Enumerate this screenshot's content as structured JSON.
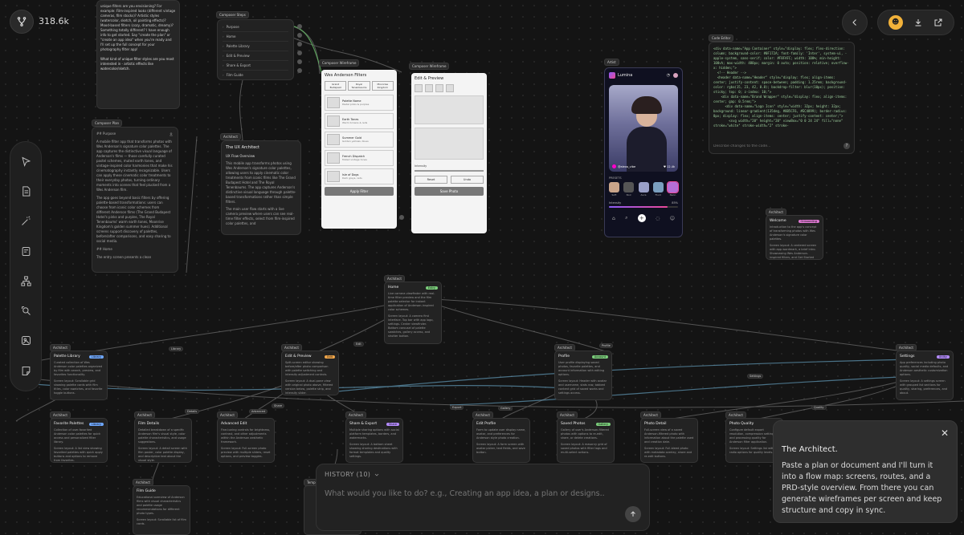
{
  "header": {
    "count": "318.6k"
  },
  "chat_top": {
    "text1": "unique filters are you envisioning? For example: Film-inspired looks (different vintage cameras, film stocks)? Artistic styles (watercolor, sketch, oil painting effects)? Mood-based filters (cozy, dramatic, dreamy)? Something totally different? I have enough info to get started. Say \"create the plan\" or \"create an app idea\" when you're ready and I'll set up the full concept for your photography filter app!",
    "text2": "What kind of unique filter styles are you most interested in - artistic effects like watercolor/sketch."
  },
  "composer_steps": {
    "tag": "Composer Steps",
    "items": [
      "Purpose",
      "Home",
      "Palette Library",
      "Edit & Preview",
      "Share & Export",
      "Film Guide"
    ]
  },
  "composer_plan": {
    "tag": "Composer Plan",
    "heading": "## Purpose",
    "body1": "A mobile filter app that transforms photos with Wes Anderson's signature color palettes. The app captures the distinctive visual language of Anderson's films — those carefully curated pastel schemes, muted earth tones, and vintage-inspired color harmonies that make his cinematography instantly recognizable. Users can apply these cinematic color treatments to their everyday photos, turning ordinary moments into scenes that feel plucked from a Wes Anderson film.",
    "body2": "The app goes beyond basic filters by offering palette-based transformations: users can choose from iconic color schemes from different Anderson films (The Grand Budapest Hotel's pinks and purples, The Royal Tenenbaums' warm earth tones, Moonrise Kingdom's golden summer hues). Additional screens support discovery of palettes, before/after comparisons, and easy sharing to social media.",
    "heading2": "## Home",
    "body3": "The entry screen presents a clean"
  },
  "architect_overview": {
    "tag": "Architect",
    "title": "The UX Architect",
    "subtitle": "UX Flow Overview",
    "body1": "This mobile app transforms photos using Wes Anderson's signature color palettes, allowing users to apply cinematic color treatments from iconic films like The Grand Budapest Hotel and The Royal Tenenbaums. The app captures Anderson's distinctive visual language through palette-based transformations rather than simple filters.",
    "body2": "The main user flow starts with a live camera preview where users can see real-time filter effects, select from film-inspired color palettes, and"
  },
  "wireframe1": {
    "tag": "Composer Wireframe",
    "title": "Wes Anderson Filters",
    "tabs": [
      "Grand Budapest",
      "Royal Tenenbaums",
      "Moonrise Kingdom"
    ],
    "rows": [
      {
        "t": "Palette Name",
        "s": "Pastel pinks & purples"
      },
      {
        "t": "Earth Tones",
        "s": "Warm browns & reds"
      },
      {
        "t": "Summer Gold",
        "s": "Golden yellows, blues"
      },
      {
        "t": "French Dispatch",
        "s": "Muted vintage tones"
      },
      {
        "t": "Isle of Dogs",
        "s": "Dark greys, reds"
      }
    ],
    "button": "Apply Filter"
  },
  "wireframe2": {
    "tag": "Composer Wireframe",
    "title": "Edit & Preview",
    "intensity": "Intensity",
    "reset": "Reset",
    "undo": "Undo",
    "save": "Save Photo"
  },
  "artist": {
    "tag": "Artist",
    "app_name": "Lumina",
    "handle": "@alexa_vibe",
    "likes": "12.4k",
    "presets_label": "PRESETS",
    "presets": [
      "Soft",
      "Noir",
      "Aura",
      "Fluid",
      "Neon"
    ],
    "intensity_label": "Intensity",
    "intensity_value": "85%",
    "intensity_level": 0.85
  },
  "code_editor": {
    "tag": "Code Editor",
    "code": "<div data-name=\"App Container\" style=\"display: flex; flex-direction: column; background-color: #0F172A; font-family: 'Inter', system-ui, -apple-system, sans-serif; color: #F8FAFC; width: 100%; min-height: 100vh; max-width: 480px; margin: 0 auto; position: relative; overflow-x: hidden;\">\n  <!-- Header -->\n  <header data-name=\"Header\" style=\"display: flex; align-items: center; justify-content: space-between; padding: 1.25rem; background-color: rgba(15, 23, 42, 0.8); backdrop-filter: blur(10px); position: sticky; top: 0; z-index: 10;\">\n    <div data-name=\"Brand Wrapper\" style=\"display: flex; align-items: center; gap: 0.5rem;\">\n      <div data-name=\"Logo Icon\" style=\"width: 32px; height: 32px; background: linear-gradient(135deg, #8B5CF6, #EC4899); border-radius: 8px; display: flex; align-items: center; justify-content: center;\">\n        <svg width=\"20\" height=\"20\" viewBox=\"0 0 24 24\" fill=\"none\" stroke=\"white\" stroke-width=\"2\" stroke-",
    "placeholder": "Describe changes to the code..."
  },
  "welcome_node": {
    "tag": "Architect",
    "title": "Welcome",
    "badge": "Onboarding",
    "body": "Introduction to the app's concept of transforming photos with Wes Anderson's signature color palettes.",
    "body2": "Screen layout: A centered screen with app wordmark, a brief intro. Showcasing Wes Anderson-inspired filters, and Get Started button."
  },
  "home_node": {
    "tag": "Architect",
    "title": "Home",
    "badge": "Entry",
    "body": "Live camera viewfinder with real-time filter preview and the film palette selector for instant application of Anderson-inspired color schemes.",
    "body2": "Screen layout: A camera first interface. Top bar with app logo, settings. Center viewfinder. Bottom carousel of palette swatches, gallery access, and shutter button."
  },
  "nodes": [
    {
      "tag": "Architect",
      "title": "Palette Library",
      "badge": "Library",
      "body": "Curated collection of Wes Anderson color palettes organized by film with search, preview, and favorites functionality.",
      "body2": "Screen layout: Scrollable grid showing palette cards with film titles, color swatches, and favorite toggle buttons."
    },
    {
      "tag": "Architect",
      "title": "Edit & Preview",
      "badge": "Edit",
      "body": "Split-screen editor showing before/after photo comparison with palette switching and intensity adjustment controls.",
      "body2": "Screen layout: A dual-pane view with original photo above, filtered version below, palette strip, and intensity slider."
    },
    {
      "tag": "Architect",
      "title": "Profile",
      "badge": "Account",
      "body": "User profile displaying saved photos, favorite palettes, and account information with editing options.",
      "body2": "Screen layout: Header with avatar and username, stats row, tabbed content grid of saved works and settings access."
    },
    {
      "tag": "Architect",
      "title": "Settings",
      "badge": "Utility",
      "body": "App preferences including photo quality, social media defaults, and Anderson aesthetic customization options.",
      "body2": "Screen layout: A settings screen with grouped list sections for quality, sharing, preferences, and about."
    },
    {
      "tag": "Architect",
      "title": "Favorite Palettes",
      "badge": "Library",
      "body": "Collection of user-favorited Anderson color palettes for quick access and personalized filter library.",
      "body2": "Screen layout: A list view showing favorited palettes with quick apply buttons and options to remove from favorites."
    },
    {
      "tag": "Architect",
      "title": "Film Details",
      "badge": "",
      "body": "Detailed breakdown of a specific Anderson film's visual style, color palette characteristics, and usage suggestions.",
      "body2": "Screen layout: A detail screen with film poster, color palette display, and descriptive text about the visual style."
    },
    {
      "tag": "Architect",
      "title": "Advanced Edit",
      "badge": "",
      "body": "Fine-tuning controls for brightness, contrast, and other adjustments within the Anderson aesthetic framework.",
      "body2": "Screen layout: Full-screen photo preview with multiple sliders, reset options, and preview toggles."
    },
    {
      "tag": "Architect",
      "title": "Share & Export",
      "badge": "Share",
      "body": "Multiple sharing options with social platform templates, borders, and watermarks.",
      "body2": "Screen layout: A bottom sheet showing sharing destinations with format templates and quality settings."
    },
    {
      "tag": "Architect",
      "title": "Edit Profile",
      "badge": "",
      "body": "Form to update user display name, avatar, and preferences for Anderson style photo creation.",
      "body2": "Screen layout: A form screen with avatar picker, text fields, and save button."
    },
    {
      "tag": "Architect",
      "title": "Saved Photos",
      "badge": "Gallery",
      "body": "Gallery of user's Anderson-filtered photos with options to re-edit, share, or delete creations.",
      "body2": "Screen layout: A masonry grid of saved photos with filter tags and multi-select actions."
    },
    {
      "tag": "Architect",
      "title": "Photo Detail",
      "badge": "",
      "body": "Full-screen view of a saved Anderson-filtered photo with information about the palette used and creation date.",
      "body2": "Screen layout: Full-bleed photo with metadata overlay, share and re-edit buttons."
    },
    {
      "tag": "Architect",
      "title": "Photo Quality",
      "badge": "",
      "body": "Configure default export resolution, compression settings, and processing quality for Anderson filter application.",
      "body2": "Screen layout: Settings list with radio options for quality levels."
    },
    {
      "tag": "Architect",
      "title": "Film Guide",
      "badge": "",
      "body": "Educational overview of Anderson films with visual characteristics and palette usage recommendations for different photo types.",
      "body2": "Screen layout: Scrollable list of film cards."
    },
    {
      "tag": "Template",
      "title": "",
      "badge": "",
      "body": "",
      "body2": ""
    }
  ],
  "edge_labels": [
    "Library",
    "Edit",
    "Share",
    "Settings",
    "Profile",
    "Details",
    "Advanced",
    "Export",
    "Gallery",
    "Quality"
  ],
  "composer": {
    "history_label": "HISTORY (10)",
    "placeholder": "What would you like to do? e.g., Creating an app idea, a plan or designs.."
  },
  "tooltip": {
    "title": "The Architect.",
    "body": "Paste a plan or document and I'll turn it into a flow map: screens, routes, and a PRD-style overview. From there you can generate wireframes per screen and keep structure and copy in sync."
  },
  "colors": {
    "accent_purple": "#8B5CF6",
    "badge_green": "#7ccf7c",
    "badge_purple": "#b58cff",
    "badge_orange": "#f0a64a",
    "badge_blue": "#6fa8ff"
  }
}
